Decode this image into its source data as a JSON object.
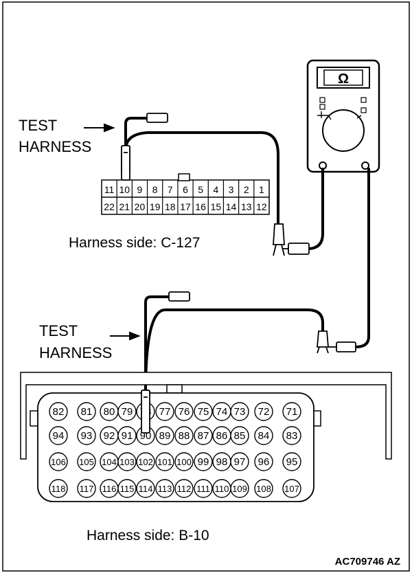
{
  "labels": {
    "test_harness_top_line1": "TEST",
    "test_harness_top_line2": "HARNESS",
    "test_harness_bottom_line1": "TEST",
    "test_harness_bottom_line2": "HARNESS",
    "connector_c127_caption": "Harness side: C-127",
    "connector_b10_caption": "Harness side: B-10",
    "figure_code": "AC709746 AZ"
  },
  "ohmmeter": {
    "display_symbol": "Ω"
  },
  "connector_c127": {
    "top_row": [
      "11",
      "10",
      "9",
      "8",
      "7",
      "6",
      "5",
      "4",
      "3",
      "2",
      "1"
    ],
    "bottom_row": [
      "22",
      "21",
      "20",
      "19",
      "18",
      "17",
      "16",
      "15",
      "14",
      "13",
      "12"
    ]
  },
  "connector_b10": {
    "rows": [
      [
        "82",
        "81",
        "80",
        "79",
        "78",
        "77",
        "76",
        "75",
        "74",
        "73",
        "72",
        "71"
      ],
      [
        "94",
        "93",
        "92",
        "91",
        "90",
        "89",
        "88",
        "87",
        "86",
        "85",
        "84",
        "83"
      ],
      [
        "106",
        "105",
        "104",
        "103",
        "102",
        "101",
        "100",
        "99",
        "98",
        "97",
        "96",
        "95"
      ],
      [
        "118",
        "117",
        "116",
        "115",
        "114",
        "113",
        "112",
        "111",
        "110",
        "109",
        "108",
        "107"
      ]
    ]
  }
}
